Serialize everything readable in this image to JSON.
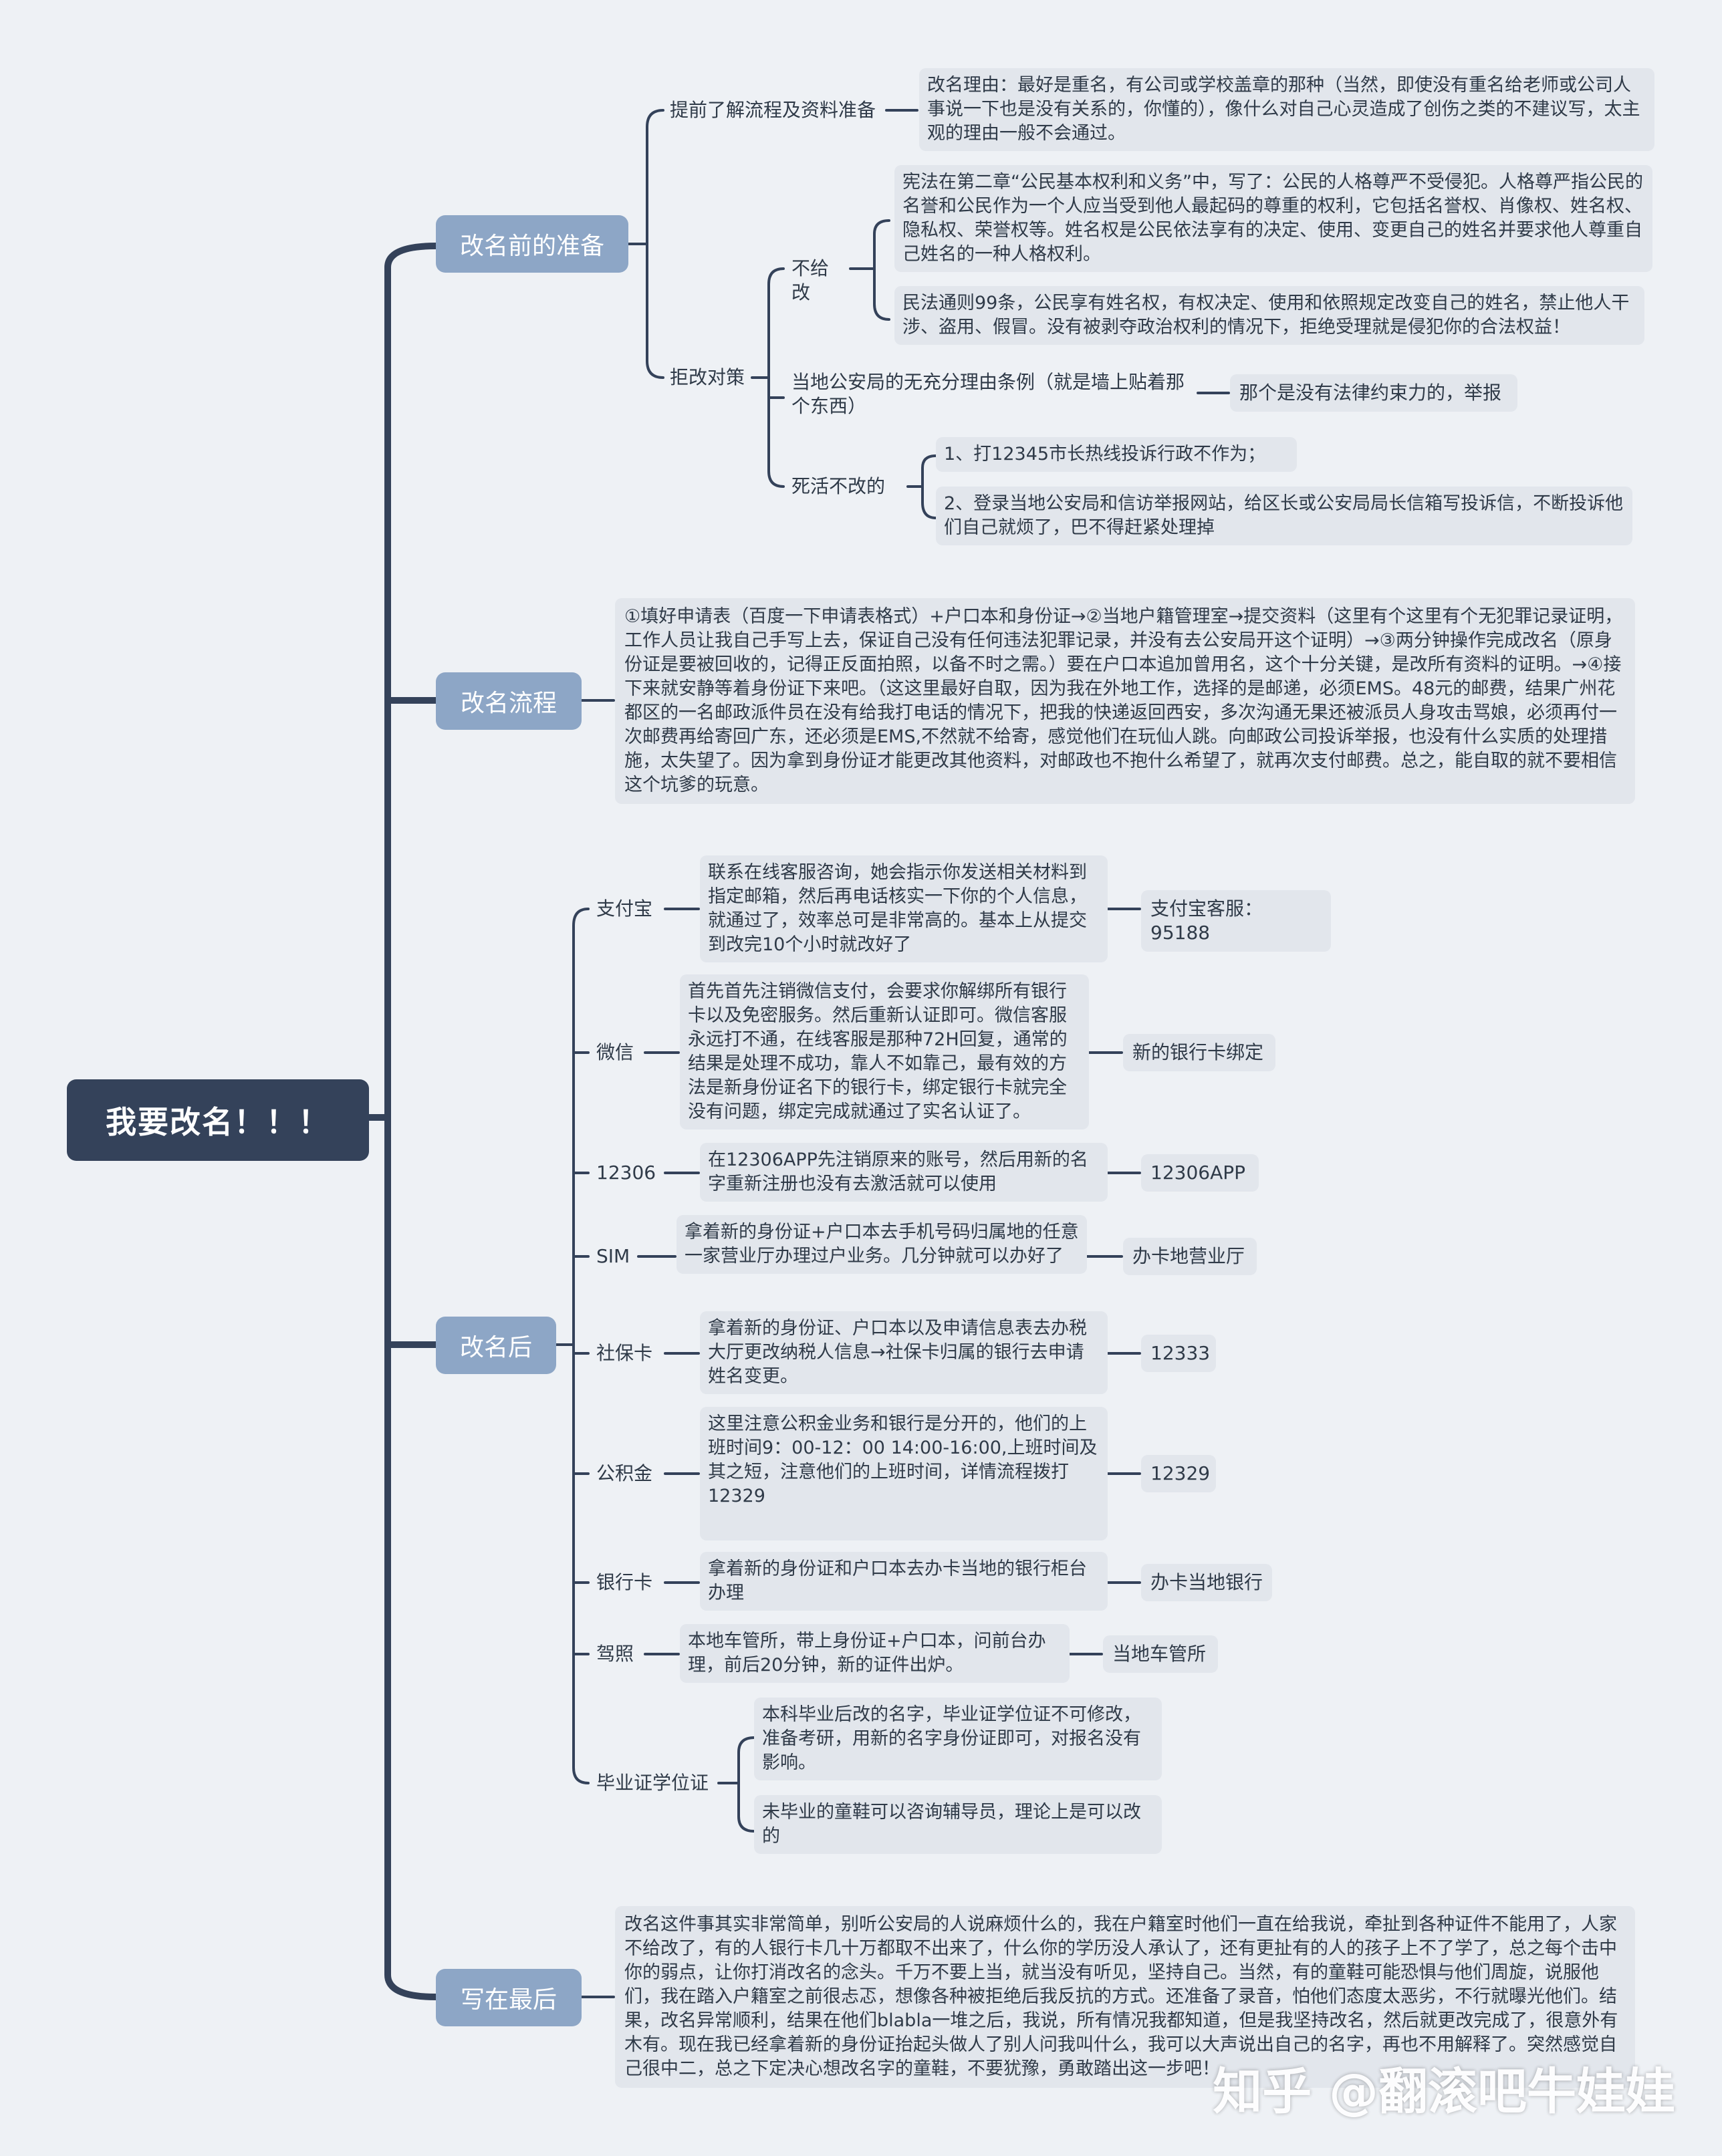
{
  "root": {
    "label": "我要改名！！！"
  },
  "sections": {
    "prep": {
      "label": "改名前的准备",
      "understand": {
        "label": "提前了解流程及资料准备",
        "note": "改名理由：最好是重名，有公司或学校盖章的那种（当然，即使没有重名给老师或公司人事说一下也是没有关系的，你懂的），像什么对自己心灵造成了创伤之类的不建议写，太主观的理由一般不会通过。"
      },
      "refuse": {
        "label": "拒改对策",
        "no_change": {
          "label": "不给改",
          "note1": "宪法在第二章“公民基本权利和义务”中，写了：公民的人格尊严不受侵犯。人格尊严指公民的名誉和公民作为一个人应当受到他人最起码的尊重的权利，它包括名誉权、肖像权、姓名权、隐私权、荣誉权等。姓名权是公民依法享有的决定、使用、变更自己的姓名并要求他人尊重自己姓名的一种人格权利。",
          "note2": "民法通则99条，公民享有姓名权，有权决定、使用和依照规定改变自己的姓名，禁止他人干涉、盗用、假冒。没有被剥夺政治权利的情况下，拒绝受理就是侵犯你的合法权益！"
        },
        "local_rule": {
          "label": "当地公安局的无充分理由条例（就是墙上贴着那个东西）",
          "note": "那个是没有法律约束力的，举报"
        },
        "stubborn": {
          "label": "死活不改的",
          "note1": "1、打12345市长热线投诉行政不作为；",
          "note2": "2、登录当地公安局和信访举报网站，给区长或公安局局长信箱写投诉信，不断投诉他们自己就烦了，巴不得赶紧处理掉"
        }
      }
    },
    "process": {
      "label": "改名流程",
      "note": "①填好申请表（百度一下申请表格式）+户口本和身份证→②当地户籍管理室→提交资料（这里有个这里有个无犯罪记录证明，工作人员让我自己手写上去，保证自己没有任何违法犯罪记录，并没有去公安局开这个证明）→③两分钟操作完成改名（原身份证是要被回收的，记得正反面拍照，以备不时之需。）要在户口本追加曾用名，这个十分关键，是改所有资料的证明。→④接下来就安静等着身份证下来吧。（这这里最好自取，因为我在外地工作，选择的是邮递，必须EMS。48元的邮费，结果广州花都区的一名邮政派件员在没有给我打电话的情况下，把我的快递返回西安，多次沟通无果还被派员人身攻击骂娘，必须再付一次邮费再给寄回广东，还必须是EMS,不然就不给寄，感觉他们在玩仙人跳。向邮政公司投诉举报，也没有什么实质的处理措施，太失望了。因为拿到身份证才能更改其他资料，对邮政也不抱什么希望了，就再次支付邮费。总之，能自取的就不要相信这个坑爹的玩意。"
    },
    "after": {
      "label": "改名后",
      "items": [
        {
          "label": "支付宝",
          "note": "联系在线客服咨询，她会指示你发送相关材料到指定邮箱，然后再电话核实一下你的个人信息，就通过了，效率总可是非常高的。基本上从提交到改完10个小时就改好了",
          "tag": "支付宝客服：95188"
        },
        {
          "label": "微信",
          "note": "首先首先注销微信支付，会要求你解绑所有银行卡以及免密服务。然后重新认证即可。微信客服永远打不通，在线客服是那种72H回复，通常的结果是处理不成功，靠人不如靠己，最有效的方法是新身份证名下的银行卡，绑定银行卡就完全没有问题，绑定完成就通过了实名认证了。",
          "tag": "新的银行卡绑定"
        },
        {
          "label": "12306",
          "note": "在12306APP先注销原来的账号，然后用新的名字重新注册也没有去激活就可以使用",
          "tag": "12306APP"
        },
        {
          "label": "SIM",
          "note": "拿着新的身份证+户口本去手机号码归属地的任意一家营业厅办理过户业务。几分钟就可以办好了",
          "tag": "办卡地营业厅"
        },
        {
          "label": "社保卡",
          "note": "拿着新的身份证、户口本以及申请信息表去办税大厅更改纳税人信息→社保卡归属的银行去申请姓名变更。",
          "tag": "12333"
        },
        {
          "label": "公积金",
          "note": "这里注意公积金业务和银行是分开的，他们的上班时间9：00-12：00  14:00-16:00,上班时间及其之短，注意他们的上班时间，详情流程拨打12329",
          "tag": "12329"
        },
        {
          "label": "银行卡",
          "note": "拿着新的身份证和户口本去办卡当地的银行柜台办理",
          "tag": "办卡当地银行"
        },
        {
          "label": "驾照",
          "note": "本地车管所，带上身份证+户口本，问前台办理，前后20分钟，新的证件出炉。",
          "tag": "当地车管所"
        }
      ],
      "diploma": {
        "label": "毕业证学位证",
        "note1": "本科毕业后改的名字，毕业证学位证不可修改，准备考研，用新的名字身份证即可，对报名没有影响。",
        "note2": "未毕业的童鞋可以咨询辅导员，理论上是可以改的"
      }
    },
    "final": {
      "label": "写在最后",
      "note": "改名这件事其实非常简单，别听公安局的人说麻烦什么的，我在户籍室时他们一直在给我说，牵扯到各种证件不能用了，人家不给改了，有的人银行卡几十万都取不出来了，什么你的学历没人承认了，还有更扯有的人的孩子上不了学了，总之每个击中你的弱点，让你打消改名的念头。千万不要上当，就当没有听见，坚持自己。当然，有的童鞋可能恐惧与他们周旋，说服他们，我在踏入户籍室之前很忐忑，想像各种被拒绝后我反抗的方式。还准备了录音，怕他们态度太恶劣，不行就曝光他们。结果，改名异常顺利，结果在他们blabla一堆之后，我说，所有情况我都知道，但是我坚持改名，然后就更改完成了，很意外有木有。现在我已经拿着新的身份证抬起头做人了别人问我叫什么，我可以大声说出自己的名字，再也不用解释了。突然感觉自己很中二，总之下定决心想改名字的童鞋，不要犹豫，勇敢踏出这一步吧！"
    }
  },
  "watermark": "知乎 @翻滚吧牛娃娃",
  "colors": {
    "root": "#34425a",
    "level1": "#8da6c6",
    "box": "#e2e6ec",
    "line": "#34425a",
    "thin_line": "#6a7a90"
  }
}
